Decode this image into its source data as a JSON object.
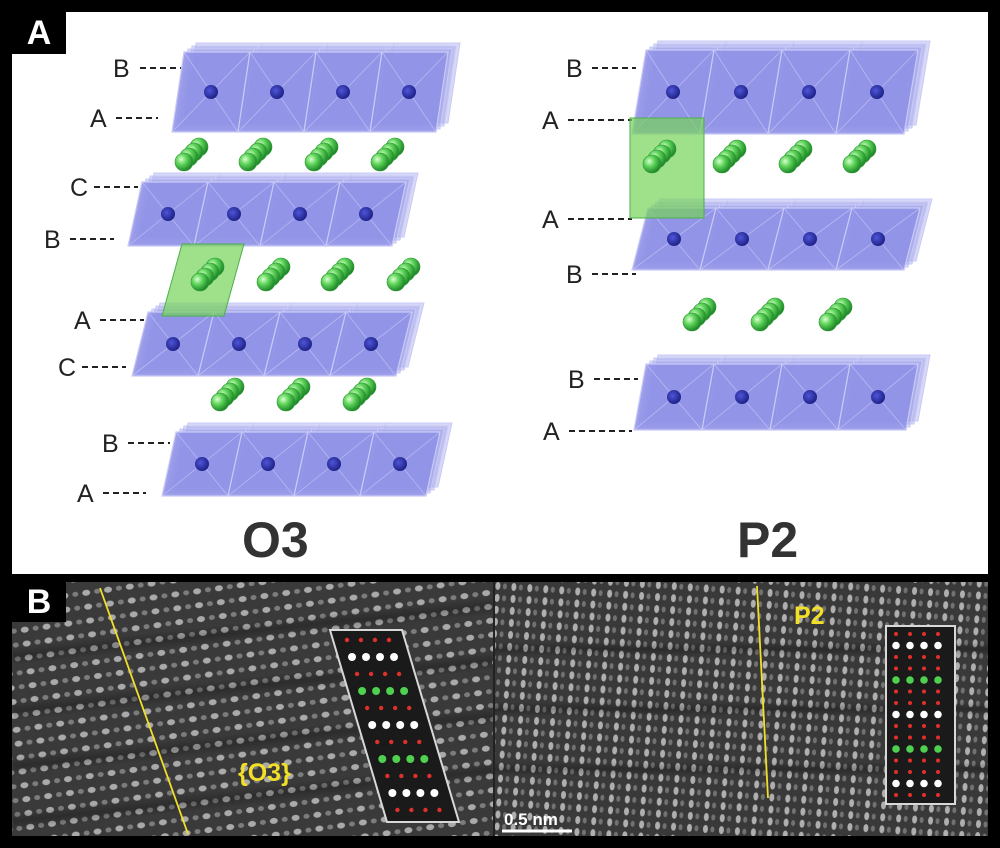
{
  "panel_a": {
    "badge": "A",
    "o3": {
      "title": "O3",
      "layers": [
        {
          "top": "B",
          "bottom": "A"
        },
        {
          "top": "C",
          "bottom": "B"
        },
        {
          "top": "A",
          "bottom": "C"
        },
        {
          "top": "B",
          "bottom": "A"
        }
      ]
    },
    "p2": {
      "title": "P2",
      "layers": [
        {
          "top": "B",
          "bottom": "A"
        },
        {
          "top": "A",
          "bottom": "B"
        },
        {
          "top": "B",
          "bottom": "A"
        }
      ]
    }
  },
  "panel_b": {
    "badge": "B",
    "o3_label": "{O3}",
    "p2_label": "P2",
    "scale_bar": "0.5 nm"
  },
  "colors": {
    "octahedron": "#8d8fe6",
    "octahedron_edge": "#c9caf6",
    "metal_atom": "#2a2fa0",
    "alkali_atom": "#4fcf4f",
    "highlight": "#76d35a",
    "overlay_yellow": "#f2df27"
  }
}
